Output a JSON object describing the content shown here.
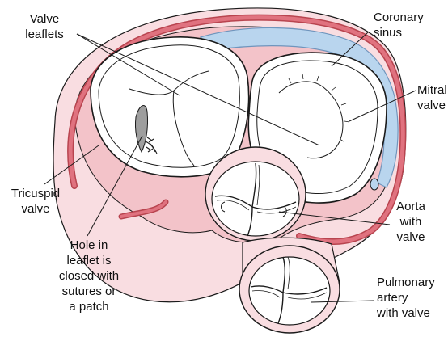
{
  "colors": {
    "outer_fill": "#f9dde1",
    "rim_fill": "#f3c3c9",
    "vessel_fill": "#e0727f",
    "vessel_stroke": "#b8444f",
    "sinus_fill": "#b9d5ee",
    "sinus_stroke": "#6f95bd",
    "valve_fill": "#ffffff",
    "outline": "#1a1a1a",
    "hole_fill": "#9e9e9e"
  },
  "icons": {
    "suture": "suture-icon",
    "hole": "leaflet-hole-icon"
  },
  "labels": {
    "valve_leaflets": [
      "Valve",
      "leaflets"
    ],
    "coronary_sinus": [
      "Coronary",
      "sinus"
    ],
    "mitral_valve": [
      "Mitral",
      "valve"
    ],
    "tricuspid_valve": [
      "Tricuspid",
      "valve"
    ],
    "aorta_with_valve": [
      "Aorta",
      "with",
      "valve"
    ],
    "hole_in_leaflet": [
      "Hole in",
      "leaflet is",
      "closed with",
      "sutures or",
      "a patch"
    ],
    "pulmonary_artery": [
      "Pulmonary",
      "artery",
      "with valve"
    ]
  }
}
